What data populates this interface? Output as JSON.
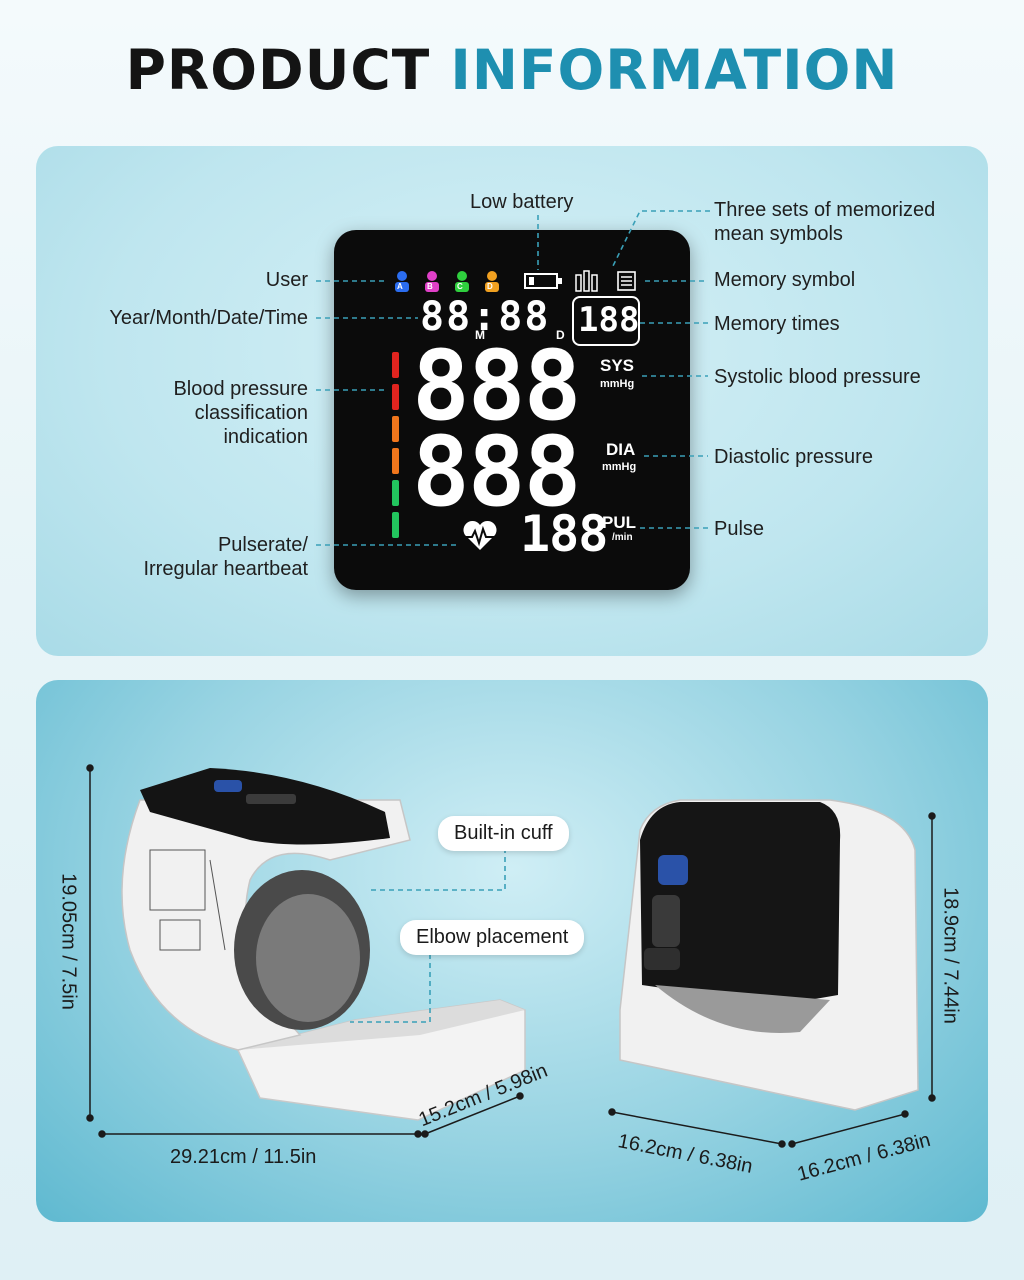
{
  "title": {
    "part1": "PRODUCT",
    "part2": "INFORMATION"
  },
  "display": {
    "users": [
      "A",
      "B",
      "C",
      "D"
    ],
    "time_digits": "88:88",
    "time_month": "M",
    "time_day": "D",
    "memory_digits": "188",
    "sys_digits": "888",
    "dia_digits": "888",
    "pulse_digits": "188",
    "sys_label": "SYS",
    "sys_unit": "mmHg",
    "dia_label": "DIA",
    "dia_unit": "mmHg",
    "pul_label": "PUL",
    "pul_unit": "/min"
  },
  "callouts": {
    "low_battery": "Low battery",
    "three_sets": "Three sets of memorized mean symbols",
    "user": "User",
    "memory_symbol": "Memory symbol",
    "ymdt": "Year/Month/Date/Time",
    "memory_times": "Memory times",
    "bp_class_1": "Blood pressure",
    "bp_class_2": "classification",
    "bp_class_3": "indication",
    "systolic": "Systolic blood pressure",
    "diastolic": "Diastolic pressure",
    "pulse": "Pulse",
    "pulserate_1": "Pulserate/",
    "pulserate_2": "Irregular heartbeat"
  },
  "product": {
    "built_in_cuff": "Built-in cuff",
    "elbow_placement": "Elbow placement",
    "dim_left_height": "19.05cm / 7.5in",
    "dim_left_width": "29.21cm / 11.5in",
    "dim_left_depth": "15.2cm / 5.98in",
    "dim_right_height": "18.9cm / 7.44in",
    "dim_right_width": "16.2cm / 6.38in",
    "dim_right_depth": "16.2cm / 6.38in"
  },
  "colors": {
    "accent": "#1e8fb0",
    "bar_red": "#e0241f",
    "bar_orange": "#f0761c",
    "bar_green": "#22c55e",
    "user_a": "#2b6df0",
    "user_b": "#e040c8",
    "user_c": "#2fcf3e",
    "user_d": "#f0a020"
  }
}
